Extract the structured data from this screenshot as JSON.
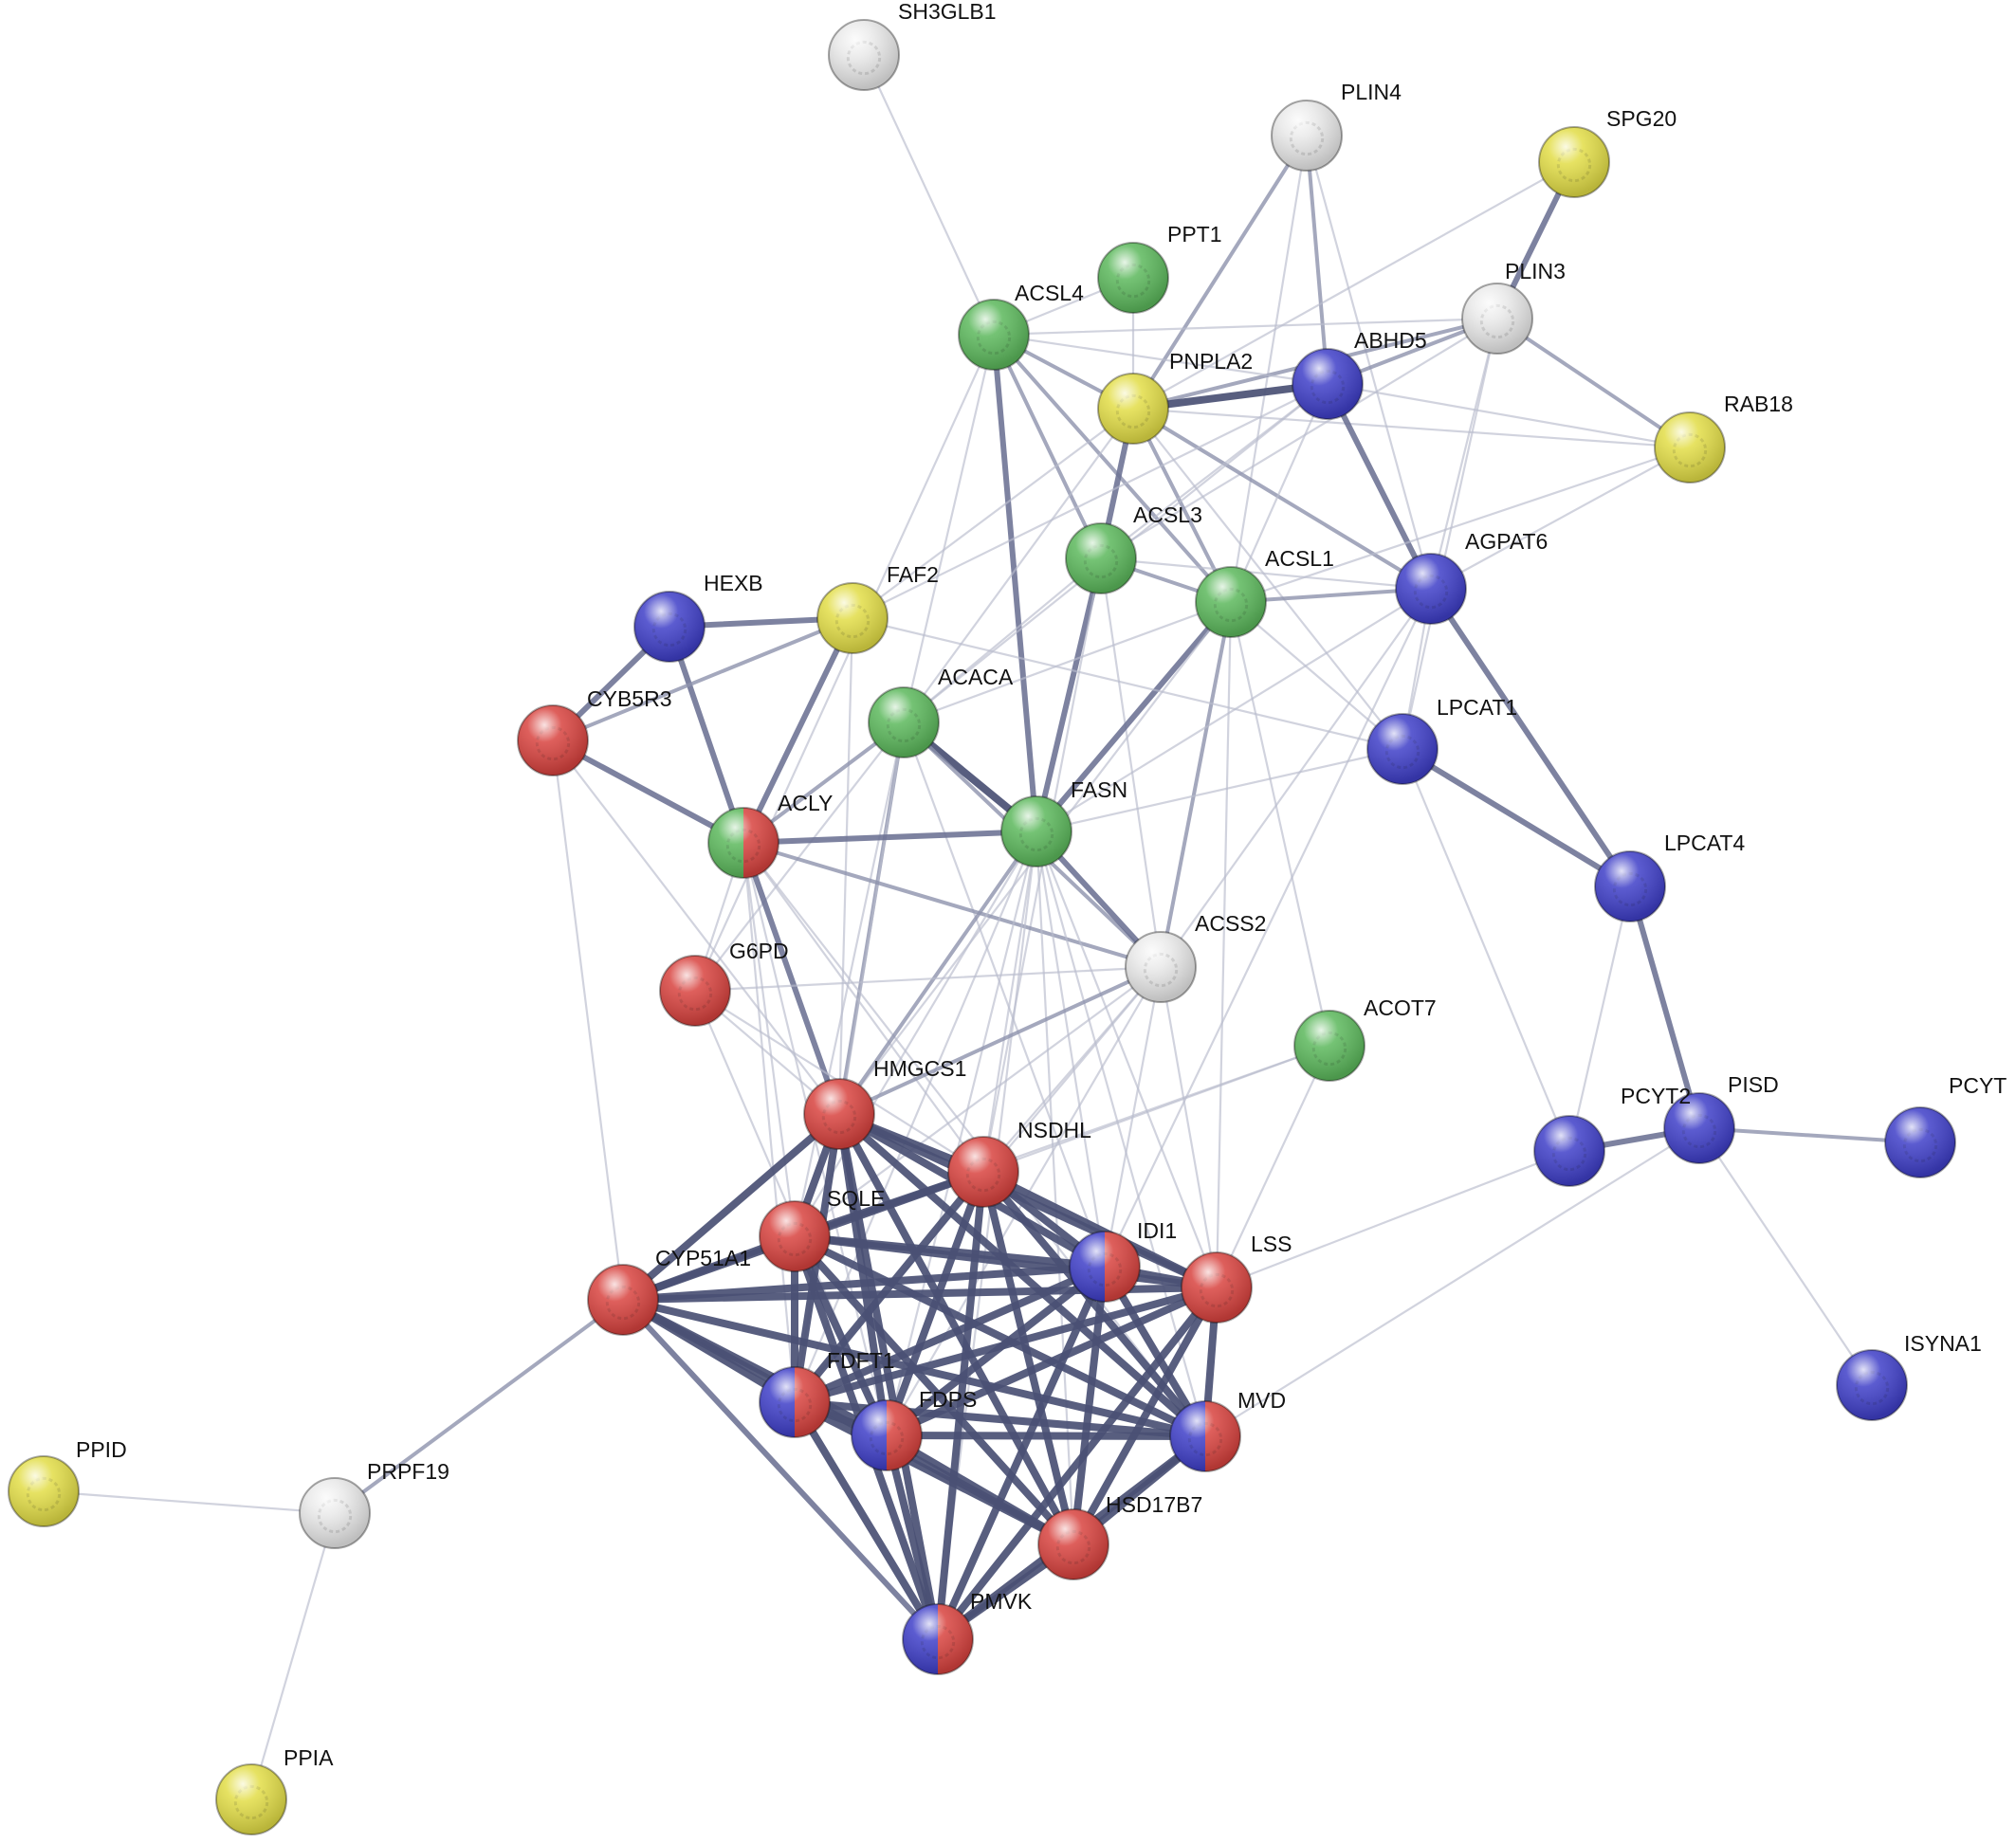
{
  "colors": {
    "red": "#d8433f",
    "green": "#5cb85c",
    "blue": "#3f3fc8",
    "yellow": "#e2dd47",
    "white": "#e9e9e9"
  },
  "nodes": [
    {
      "id": "SH3GLB1",
      "label": "SH3GLB1",
      "colors": [
        "white"
      ]
    },
    {
      "id": "PLIN4",
      "label": "PLIN4",
      "colors": [
        "white"
      ]
    },
    {
      "id": "SPG20",
      "label": "SPG20",
      "colors": [
        "yellow"
      ]
    },
    {
      "id": "PPT1",
      "label": "PPT1",
      "colors": [
        "green"
      ]
    },
    {
      "id": "ACSL4",
      "label": "ACSL4",
      "colors": [
        "green"
      ]
    },
    {
      "id": "PLIN3",
      "label": "PLIN3",
      "colors": [
        "white"
      ]
    },
    {
      "id": "PNPLA2",
      "label": "PNPLA2",
      "colors": [
        "yellow"
      ]
    },
    {
      "id": "ABHD5",
      "label": "ABHD5",
      "colors": [
        "blue"
      ]
    },
    {
      "id": "RAB18",
      "label": "RAB18",
      "colors": [
        "yellow"
      ]
    },
    {
      "id": "ACSL3",
      "label": "ACSL3",
      "colors": [
        "green"
      ]
    },
    {
      "id": "ACSL1",
      "label": "ACSL1",
      "colors": [
        "green"
      ]
    },
    {
      "id": "AGPAT6",
      "label": "AGPAT6",
      "colors": [
        "blue"
      ]
    },
    {
      "id": "HEXB",
      "label": "HEXB",
      "colors": [
        "blue"
      ]
    },
    {
      "id": "FAF2",
      "label": "FAF2",
      "colors": [
        "yellow"
      ]
    },
    {
      "id": "CYB5R3",
      "label": "CYB5R3",
      "colors": [
        "red"
      ]
    },
    {
      "id": "ACACA",
      "label": "ACACA",
      "colors": [
        "green"
      ]
    },
    {
      "id": "LPCAT1",
      "label": "LPCAT1",
      "colors": [
        "blue"
      ]
    },
    {
      "id": "ACLY",
      "label": "ACLY",
      "colors": [
        "green",
        "red"
      ]
    },
    {
      "id": "FASN",
      "label": "FASN",
      "colors": [
        "green"
      ]
    },
    {
      "id": "LPCAT4",
      "label": "LPCAT4",
      "colors": [
        "blue"
      ]
    },
    {
      "id": "ACSS2",
      "label": "ACSS2",
      "colors": [
        "white"
      ]
    },
    {
      "id": "G6PD",
      "label": "G6PD",
      "colors": [
        "red"
      ]
    },
    {
      "id": "ACOT7",
      "label": "ACOT7",
      "colors": [
        "green"
      ]
    },
    {
      "id": "HMGCS1",
      "label": "HMGCS1",
      "colors": [
        "red"
      ]
    },
    {
      "id": "NSDHL",
      "label": "NSDHL",
      "colors": [
        "red"
      ]
    },
    {
      "id": "PISD",
      "label": "PISD",
      "colors": [
        "blue"
      ]
    },
    {
      "id": "PCYT2",
      "label": "PCYT2",
      "colors": [
        "blue"
      ]
    },
    {
      "id": "PCYT",
      "label": "PCYT",
      "colors": [
        "blue"
      ]
    },
    {
      "id": "SQLE",
      "label": "SQLE",
      "colors": [
        "red"
      ]
    },
    {
      "id": "IDI1",
      "label": "IDI1",
      "colors": [
        "blue",
        "red"
      ]
    },
    {
      "id": "LSS",
      "label": "LSS",
      "colors": [
        "red"
      ]
    },
    {
      "id": "CYP51A1",
      "label": "CYP51A1",
      "colors": [
        "red"
      ]
    },
    {
      "id": "ISYNA1",
      "label": "ISYNA1",
      "colors": [
        "blue"
      ]
    },
    {
      "id": "FDFT1",
      "label": "FDFT1",
      "colors": [
        "blue",
        "red"
      ]
    },
    {
      "id": "FDPS",
      "label": "FDPS",
      "colors": [
        "blue",
        "red"
      ]
    },
    {
      "id": "MVD",
      "label": "MVD",
      "colors": [
        "blue",
        "red"
      ]
    },
    {
      "id": "PPID",
      "label": "PPID",
      "colors": [
        "yellow"
      ]
    },
    {
      "id": "PRPF19",
      "label": "PRPF19",
      "colors": [
        "white"
      ]
    },
    {
      "id": "HSD17B7",
      "label": "HSD17B7",
      "colors": [
        "red"
      ]
    },
    {
      "id": "PMVK",
      "label": "PMVK",
      "colors": [
        "blue",
        "red"
      ]
    },
    {
      "id": "PPIA",
      "label": "PPIA",
      "colors": [
        "yellow"
      ]
    }
  ],
  "edges": [
    [
      "SH3GLB1",
      "ACSL4",
      1
    ],
    [
      "PLIN4",
      "PNPLA2",
      2
    ],
    [
      "PLIN4",
      "ABHD5",
      2
    ],
    [
      "PLIN4",
      "ACSL1",
      1
    ],
    [
      "PLIN4",
      "AGPAT6",
      1
    ],
    [
      "SPG20",
      "PLIN3",
      3
    ],
    [
      "SPG20",
      "PNPLA2",
      1
    ],
    [
      "PLIN3",
      "PNPLA2",
      2
    ],
    [
      "PLIN3",
      "ABHD5",
      2
    ],
    [
      "PLIN3",
      "RAB18",
      2
    ],
    [
      "PLIN3",
      "ACSL4",
      1
    ],
    [
      "PLIN3",
      "AGPAT6",
      1
    ],
    [
      "PLIN3",
      "ACSL3",
      1
    ],
    [
      "PLIN3",
      "LPCAT1",
      1
    ],
    [
      "PPT1",
      "ACSL4",
      1
    ],
    [
      "PPT1",
      "PNPLA2",
      1
    ],
    [
      "ACSL4",
      "PNPLA2",
      2
    ],
    [
      "ACSL4",
      "ACSL3",
      2
    ],
    [
      "ACSL4",
      "ACSL1",
      2
    ],
    [
      "ACSL4",
      "FASN",
      3
    ],
    [
      "ACSL4",
      "ABHD5",
      1
    ],
    [
      "ACSL4",
      "ACACA",
      1
    ],
    [
      "ACSL4",
      "G6PD",
      1
    ],
    [
      "PNPLA2",
      "ABHD5",
      4
    ],
    [
      "PNPLA2",
      "ACSL3",
      3
    ],
    [
      "PNPLA2",
      "ACSL1",
      2
    ],
    [
      "PNPLA2",
      "AGPAT6",
      2
    ],
    [
      "PNPLA2",
      "RAB18",
      1
    ],
    [
      "PNPLA2",
      "FAF2",
      1
    ],
    [
      "PNPLA2",
      "ACACA",
      1
    ],
    [
      "PNPLA2",
      "LPCAT1",
      1
    ],
    [
      "ABHD5",
      "AGPAT6",
      3
    ],
    [
      "ABHD5",
      "RAB18",
      1
    ],
    [
      "ABHD5",
      "ACSL3",
      1
    ],
    [
      "ABHD5",
      "ACSL1",
      1
    ],
    [
      "ABHD5",
      "FAF2",
      1
    ],
    [
      "ABHD5",
      "ACACA",
      1
    ],
    [
      "RAB18",
      "AGPAT6",
      1
    ],
    [
      "RAB18",
      "ACSL1",
      1
    ],
    [
      "ACSL3",
      "ACSL1",
      2
    ],
    [
      "ACSL3",
      "FASN",
      3
    ],
    [
      "ACSL3",
      "ACACA",
      1
    ],
    [
      "ACSL3",
      "AGPAT6",
      1
    ],
    [
      "ACSL3",
      "ACSS2",
      1
    ],
    [
      "ACSL3",
      "NSDHL",
      1
    ],
    [
      "ACSL1",
      "FASN",
      3
    ],
    [
      "ACSL1",
      "AGPAT6",
      2
    ],
    [
      "ACSL1",
      "ACACA",
      1
    ],
    [
      "ACSL1",
      "ACSS2",
      2
    ],
    [
      "ACSL1",
      "LPCAT1",
      1
    ],
    [
      "ACSL1",
      "ACOT7",
      1
    ],
    [
      "ACSL1",
      "HMGCS1",
      1
    ],
    [
      "ACSL1",
      "LSS",
      1
    ],
    [
      "AGPAT6",
      "LPCAT1",
      1
    ],
    [
      "AGPAT6",
      "LPCAT4",
      3
    ],
    [
      "AGPAT6",
      "FASN",
      1
    ],
    [
      "AGPAT6",
      "ACSS2",
      1
    ],
    [
      "AGPAT6",
      "IDI1",
      1
    ],
    [
      "HEXB",
      "FAF2",
      3
    ],
    [
      "HEXB",
      "CYB5R3",
      3
    ],
    [
      "HEXB",
      "ACLY",
      3
    ],
    [
      "FAF2",
      "CYB5R3",
      2
    ],
    [
      "FAF2",
      "ACLY",
      3
    ],
    [
      "FAF2",
      "LPCAT1",
      1
    ],
    [
      "FAF2",
      "HMGCS1",
      1
    ],
    [
      "CYB5R3",
      "ACLY",
      3
    ],
    [
      "CYB5R3",
      "CYP51A1",
      1
    ],
    [
      "CYB5R3",
      "HMGCS1",
      1
    ],
    [
      "ACACA",
      "FASN",
      4
    ],
    [
      "ACACA",
      "ACLY",
      2
    ],
    [
      "ACACA",
      "ACSS2",
      2
    ],
    [
      "ACACA",
      "HMGCS1",
      2
    ],
    [
      "ACACA",
      "SQLE",
      1
    ],
    [
      "ACACA",
      "G6PD",
      1
    ],
    [
      "ACACA",
      "IDI1",
      1
    ],
    [
      "ACACA",
      "FDFT1",
      1
    ],
    [
      "LPCAT1",
      "LPCAT4",
      3
    ],
    [
      "LPCAT1",
      "PCYT2",
      1
    ],
    [
      "LPCAT1",
      "FASN",
      1
    ],
    [
      "ACLY",
      "FASN",
      3
    ],
    [
      "ACLY",
      "ACSS2",
      2
    ],
    [
      "ACLY",
      "HMGCS1",
      3
    ],
    [
      "ACLY",
      "G6PD",
      1
    ],
    [
      "ACLY",
      "SQLE",
      1
    ],
    [
      "ACLY",
      "FDFT1",
      1
    ],
    [
      "ACLY",
      "FDPS",
      1
    ],
    [
      "ACLY",
      "MVD",
      1
    ],
    [
      "ACLY",
      "NSDHL",
      1
    ],
    [
      "FASN",
      "ACSS2",
      3
    ],
    [
      "FASN",
      "HMGCS1",
      2
    ],
    [
      "FASN",
      "NSDHL",
      1
    ],
    [
      "FASN",
      "SQLE",
      1
    ],
    [
      "FASN",
      "IDI1",
      1
    ],
    [
      "FASN",
      "LSS",
      1
    ],
    [
      "FASN",
      "FDFT1",
      1
    ],
    [
      "FASN",
      "FDPS",
      1
    ],
    [
      "FASN",
      "HSD17B7",
      1
    ],
    [
      "FASN",
      "PMVK",
      1
    ],
    [
      "FASN",
      "MVD",
      1
    ],
    [
      "LPCAT4",
      "PCYT2",
      1
    ],
    [
      "LPCAT4",
      "PISD",
      3
    ],
    [
      "ACSS2",
      "G6PD",
      1
    ],
    [
      "ACSS2",
      "HMGCS1",
      2
    ],
    [
      "ACSS2",
      "NSDHL",
      1
    ],
    [
      "ACSS2",
      "SQLE",
      1
    ],
    [
      "ACSS2",
      "IDI1",
      1
    ],
    [
      "ACSS2",
      "LSS",
      1
    ],
    [
      "ACSS2",
      "FDPS",
      1
    ],
    [
      "ACSS2",
      "FDFT1",
      1
    ],
    [
      "G6PD",
      "HMGCS1",
      1
    ],
    [
      "G6PD",
      "FDPS",
      1
    ],
    [
      "G6PD",
      "NSDHL",
      1
    ],
    [
      "ACOT7",
      "NSDHL",
      1
    ],
    [
      "ACOT7",
      "LSS",
      1
    ],
    [
      "ACOT7",
      "SQLE",
      1
    ],
    [
      "HMGCS1",
      "NSDHL",
      4
    ],
    [
      "HMGCS1",
      "SQLE",
      4
    ],
    [
      "HMGCS1",
      "IDI1",
      4
    ],
    [
      "HMGCS1",
      "LSS",
      4
    ],
    [
      "HMGCS1",
      "CYP51A1",
      4
    ],
    [
      "HMGCS1",
      "FDFT1",
      4
    ],
    [
      "HMGCS1",
      "FDPS",
      4
    ],
    [
      "HMGCS1",
      "MVD",
      4
    ],
    [
      "HMGCS1",
      "HSD17B7",
      4
    ],
    [
      "HMGCS1",
      "PMVK",
      4
    ],
    [
      "NSDHL",
      "SQLE",
      4
    ],
    [
      "NSDHL",
      "IDI1",
      4
    ],
    [
      "NSDHL",
      "LSS",
      4
    ],
    [
      "NSDHL",
      "CYP51A1",
      4
    ],
    [
      "NSDHL",
      "FDFT1",
      4
    ],
    [
      "NSDHL",
      "FDPS",
      4
    ],
    [
      "NSDHL",
      "MVD",
      4
    ],
    [
      "NSDHL",
      "HSD17B7",
      4
    ],
    [
      "NSDHL",
      "PMVK",
      4
    ],
    [
      "SQLE",
      "IDI1",
      4
    ],
    [
      "SQLE",
      "LSS",
      4
    ],
    [
      "SQLE",
      "CYP51A1",
      4
    ],
    [
      "SQLE",
      "FDFT1",
      4
    ],
    [
      "SQLE",
      "FDPS",
      4
    ],
    [
      "SQLE",
      "MVD",
      4
    ],
    [
      "SQLE",
      "HSD17B7",
      4
    ],
    [
      "SQLE",
      "PMVK",
      4
    ],
    [
      "IDI1",
      "LSS",
      4
    ],
    [
      "IDI1",
      "CYP51A1",
      4
    ],
    [
      "IDI1",
      "FDFT1",
      4
    ],
    [
      "IDI1",
      "FDPS",
      4
    ],
    [
      "IDI1",
      "MVD",
      4
    ],
    [
      "IDI1",
      "HSD17B7",
      4
    ],
    [
      "IDI1",
      "PMVK",
      4
    ],
    [
      "LSS",
      "CYP51A1",
      4
    ],
    [
      "LSS",
      "FDFT1",
      4
    ],
    [
      "LSS",
      "FDPS",
      4
    ],
    [
      "LSS",
      "MVD",
      4
    ],
    [
      "LSS",
      "HSD17B7",
      4
    ],
    [
      "LSS",
      "PMVK",
      4
    ],
    [
      "LSS",
      "PCYT2",
      1
    ],
    [
      "CYP51A1",
      "FDFT1",
      4
    ],
    [
      "CYP51A1",
      "FDPS",
      4
    ],
    [
      "CYP51A1",
      "MVD",
      4
    ],
    [
      "CYP51A1",
      "HSD17B7",
      4
    ],
    [
      "CYP51A1",
      "PMVK",
      3
    ],
    [
      "CYP51A1",
      "PRPF19",
      2
    ],
    [
      "FDFT1",
      "FDPS",
      4
    ],
    [
      "FDFT1",
      "MVD",
      4
    ],
    [
      "FDFT1",
      "HSD17B7",
      4
    ],
    [
      "FDFT1",
      "PMVK",
      4
    ],
    [
      "FDPS",
      "MVD",
      4
    ],
    [
      "FDPS",
      "HSD17B7",
      4
    ],
    [
      "FDPS",
      "PMVK",
      4
    ],
    [
      "MVD",
      "HSD17B7",
      4
    ],
    [
      "MVD",
      "PMVK",
      4
    ],
    [
      "MVD",
      "PISD",
      1
    ],
    [
      "HSD17B7",
      "PMVK",
      4
    ],
    [
      "PISD",
      "PCYT2",
      3
    ],
    [
      "PISD",
      "PCYT",
      2
    ],
    [
      "PISD",
      "ISYNA1",
      1
    ],
    [
      "PPID",
      "PRPF19",
      1
    ],
    [
      "PRPF19",
      "PPIA",
      1
    ]
  ]
}
